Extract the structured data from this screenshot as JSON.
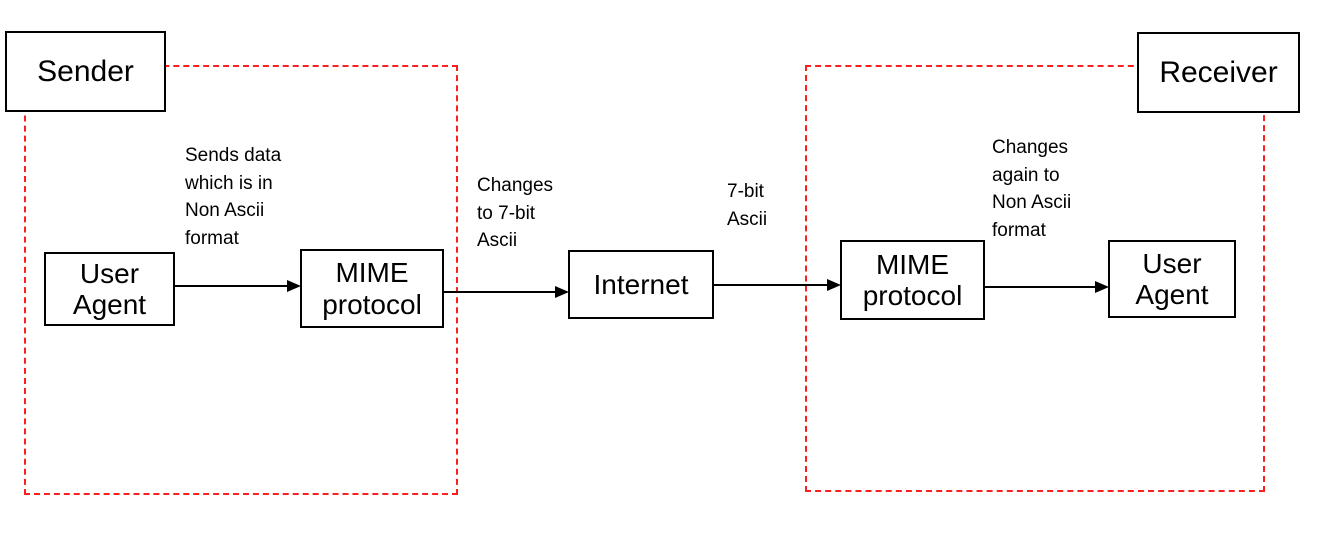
{
  "diagram": {
    "title": "MIME protocol email flow",
    "colors": {
      "zone_border": "#fb2020",
      "node_border": "#000000",
      "text": "#000000",
      "background": "#ffffff"
    },
    "zones": [
      {
        "id": "sender-zone",
        "label_ref": "sender"
      },
      {
        "id": "receiver-zone",
        "label_ref": "receiver"
      }
    ],
    "nodes": [
      {
        "id": "sender",
        "label": "Sender"
      },
      {
        "id": "receiver",
        "label": "Receiver"
      },
      {
        "id": "user-agent-left",
        "label": "User\nAgent"
      },
      {
        "id": "mime-left",
        "label": "MIME\nprotocol"
      },
      {
        "id": "internet",
        "label": "Internet"
      },
      {
        "id": "mime-right",
        "label": "MIME\nprotocol"
      },
      {
        "id": "user-agent-right",
        "label": "User\nAgent"
      }
    ],
    "captions": [
      {
        "id": "caption-sends-data",
        "text": "Sends data\nwhich is in\nNon Ascii\nformat"
      },
      {
        "id": "caption-changes-7bit",
        "text": "Changes\nto 7-bit\nAscii"
      },
      {
        "id": "caption-7bit-ascii",
        "text": "7-bit\nAscii"
      },
      {
        "id": "caption-changes-nonascii",
        "text": "Changes\nagain to\nNon Ascii\nformat"
      }
    ],
    "arrows": [
      {
        "id": "arrow-ua-left-to-mime-left",
        "from": "user-agent-left",
        "to": "mime-left"
      },
      {
        "id": "arrow-mime-left-to-internet",
        "from": "mime-left",
        "to": "internet"
      },
      {
        "id": "arrow-internet-to-mime-right",
        "from": "internet",
        "to": "mime-right"
      },
      {
        "id": "arrow-mime-right-to-ua-right",
        "from": "mime-right",
        "to": "user-agent-right"
      }
    ]
  }
}
